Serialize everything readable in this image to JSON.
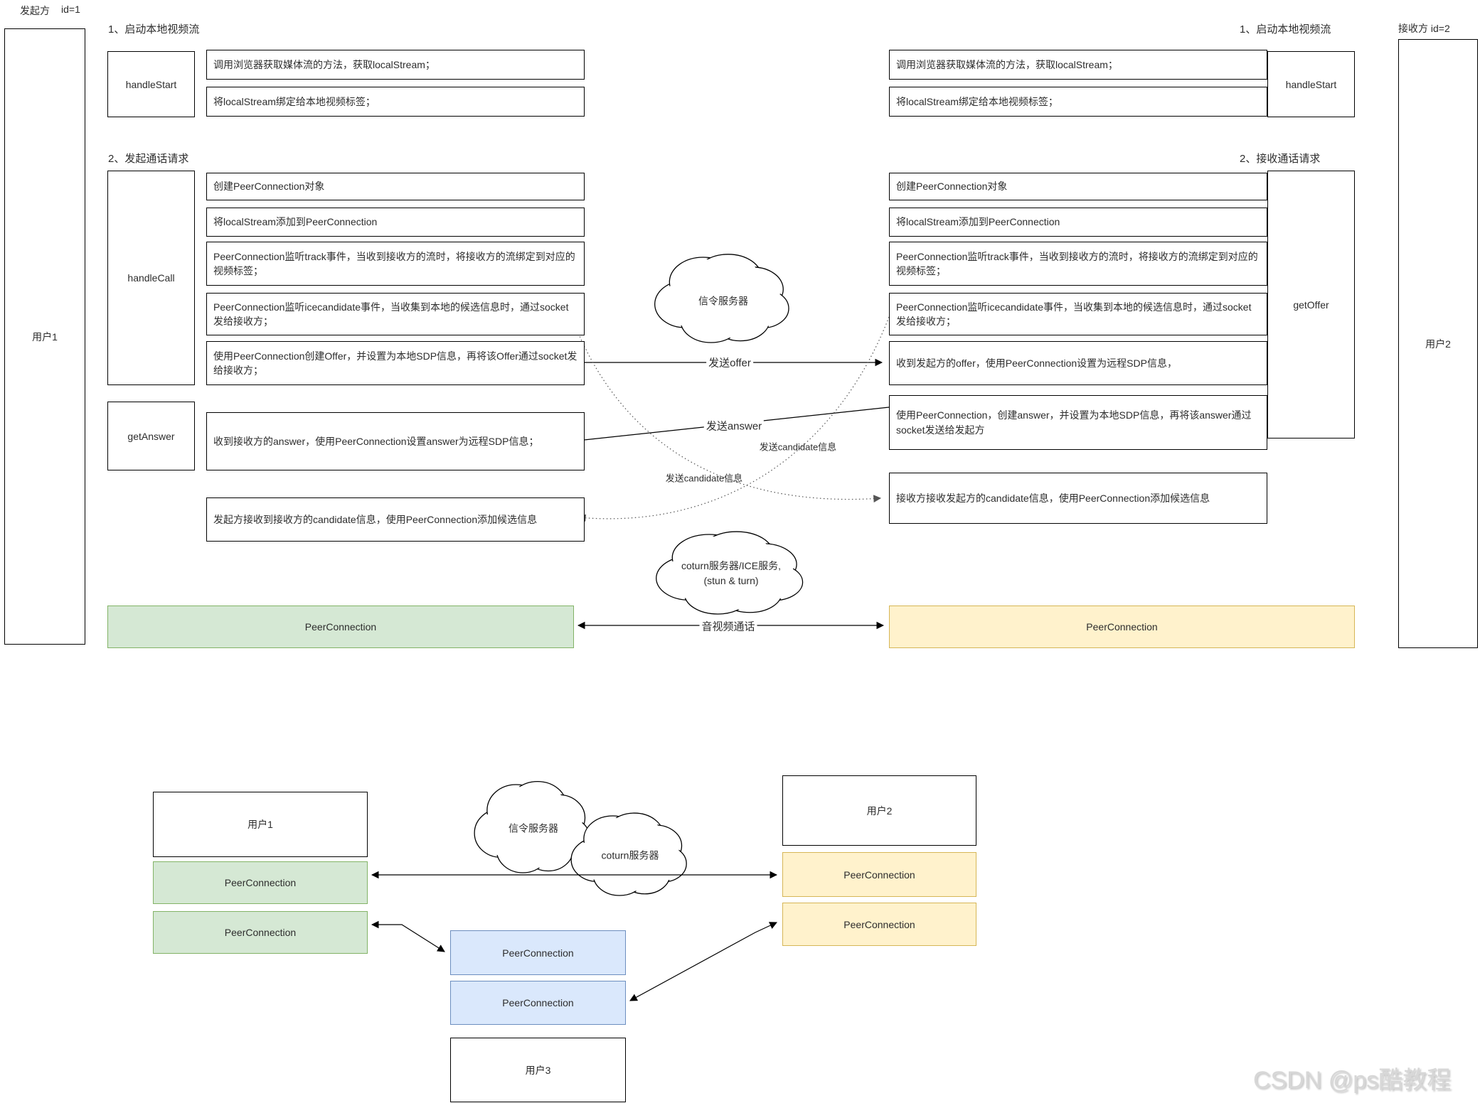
{
  "header": {
    "initiator": "发起方",
    "initiator_id": "id=1",
    "receiver": "接收方 id=2"
  },
  "lanes": {
    "user1": "用户1",
    "user2": "用户2"
  },
  "sections": {
    "left1": "1、启动本地视频流",
    "left2": "2、发起通话请求",
    "right1": "1、启动本地视频流",
    "right2": "2、接收通话请求"
  },
  "left": {
    "handleStart": "handleStart",
    "handleCall": "handleCall",
    "getAnswer": "getAnswer",
    "s1r1": "调用浏览器获取媒体流的方法，获取localStream；",
    "s1r2": "将localStream绑定给本地视频标签；",
    "s2r1": "创建PeerConnection对象",
    "s2r2": "将localStream添加到PeerConnection",
    "s2r3": "PeerConnection监听track事件，当收到接收方的流时，将接收方的流绑定到对应的视频标签；",
    "s2r4": "PeerConnection监听icecandidate事件，当收集到本地的候选信息时，通过socket发给接收方；",
    "s2r5": "使用PeerConnection创建Offer，并设置为本地SDP信息，再将该Offer通过socket发给接收方；",
    "answer_row": "收到接收方的answer，使用PeerConnection设置answer为远程SDP信息；",
    "candidate_row": "发起方接收到接收方的candidate信息，使用PeerConnection添加候选信息",
    "peerconnection": "PeerConnection"
  },
  "right": {
    "handleStart": "handleStart",
    "getOffer": "getOffer",
    "s1r1": "调用浏览器获取媒体流的方法，获取localStream；",
    "s1r2": "将localStream绑定给本地视频标签；",
    "s2r1": "创建PeerConnection对象",
    "s2r2": "将localStream添加到PeerConnection",
    "s2r3": "PeerConnection监听track事件，当收到接收方的流时，将接收方的流绑定到对应的视频标签；",
    "s2r4": "PeerConnection监听icecandidate事件，当收集到本地的候选信息时，通过socket发给接收方；",
    "offer_row": "收到发起方的offer，使用PeerConnection设置为远程SDP信息，",
    "answer_row": "使用PeerConnection，创建answer，并设置为本地SDP信息，再将该answer通过socket发送给发起方",
    "candidate_row": "接收方接收发起方的candidate信息，使用PeerConnection添加候选信息",
    "peerconnection": "PeerConnection"
  },
  "clouds": {
    "signal_top": "信令服务器",
    "coturn_top_line1": "coturn服务器/ICE服务,",
    "coturn_top_line2": "(stun & turn)",
    "signal_bottom": "信令服务器",
    "coturn_bottom": "coturn服务器"
  },
  "arrows": {
    "send_offer": "发送offer",
    "send_answer": "发送answer",
    "send_candidate_1": "发送candidate信息",
    "send_candidate_2": "发送candidate信息",
    "av_call": "音视频通话"
  },
  "bottom": {
    "user1": "用户1",
    "user2": "用户2",
    "user3": "用户3",
    "pc": "PeerConnection"
  },
  "watermark": "CSDN @ps酷教程",
  "colors": {
    "green_fill": "#d5e8d4",
    "green_border": "#82b366",
    "yellow_fill": "#fff2cc",
    "yellow_border": "#d6b656",
    "blue_fill": "#dae8fc",
    "blue_border": "#6c8ebf"
  }
}
